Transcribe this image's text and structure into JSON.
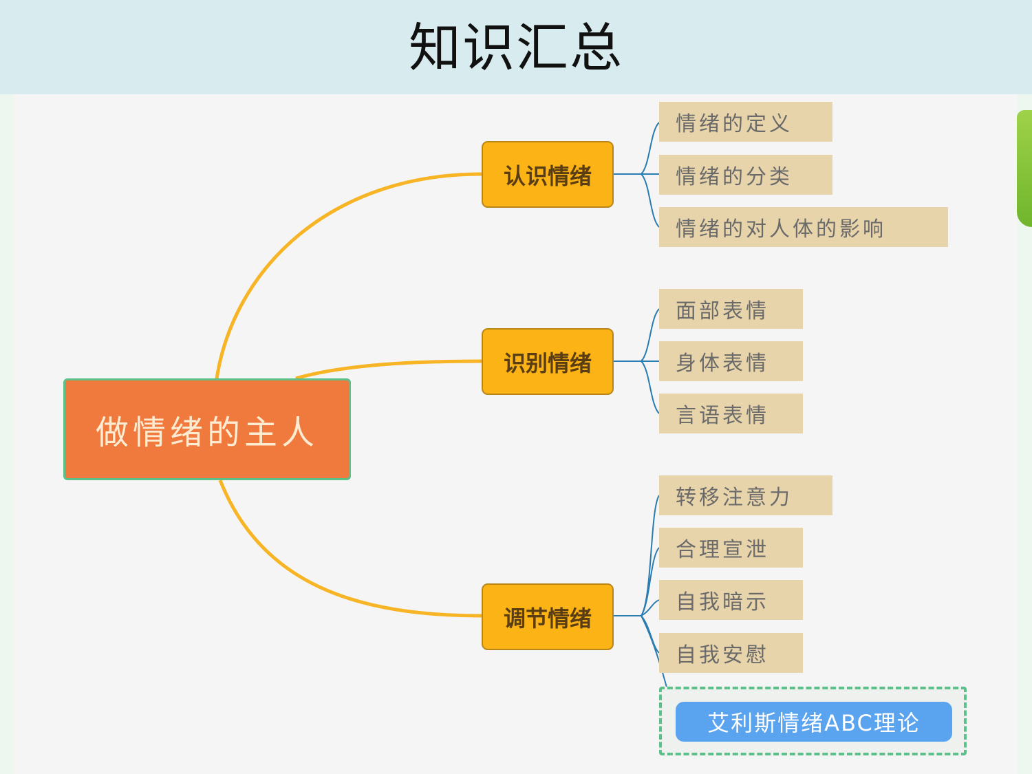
{
  "title": "知识汇总",
  "root": "做情绪的主人",
  "branches": [
    {
      "label": "认识情绪",
      "children": [
        "情绪的定义",
        "情绪的分类",
        "情绪的对人体的影响"
      ]
    },
    {
      "label": "识别情绪",
      "children": [
        "面部表情",
        "身体表情",
        "言语表情"
      ]
    },
    {
      "label": "调节情绪",
      "children": [
        "转移注意力",
        "合理宣泄",
        "自我暗示",
        "自我安慰",
        "艾利斯情绪ABC理论"
      ]
    }
  ],
  "colors": {
    "root": "#f07a3e",
    "branch": "#fbb316",
    "leaf": "#e8d4aa",
    "highlight": "#5aa3ef",
    "connector_main": "#f7b425",
    "connector_leaf": "#2a7bb0"
  }
}
